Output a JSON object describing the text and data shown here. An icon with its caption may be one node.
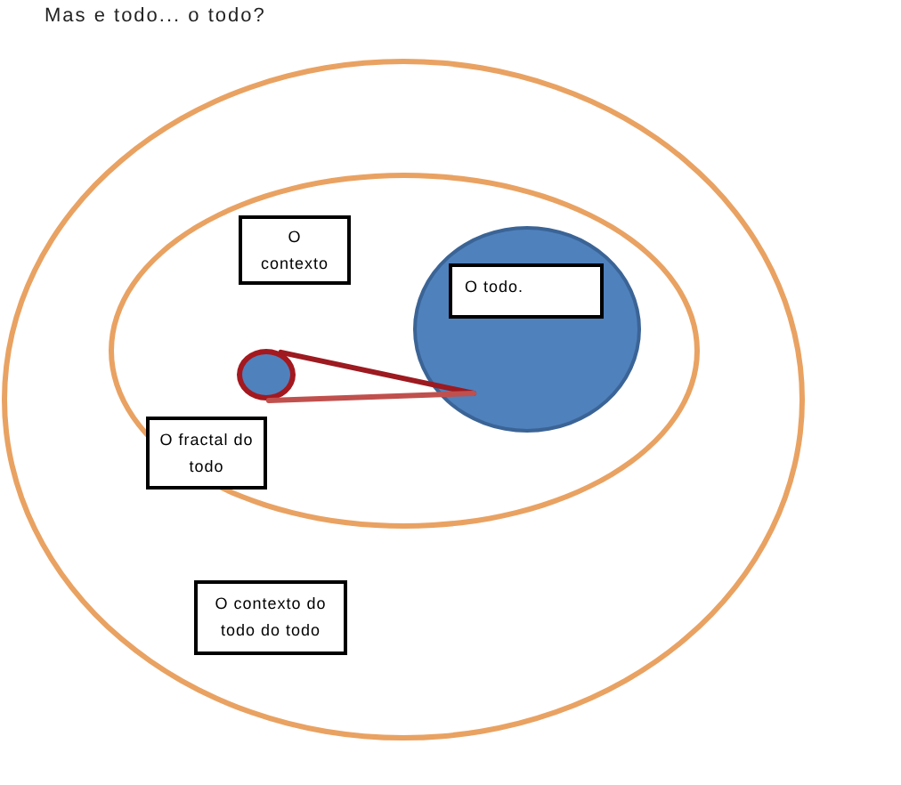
{
  "diagram": {
    "title": "Mas e todo... o todo?",
    "nodes": [
      {
        "text": [],
        "shape": "ellipse"
      },
      {
        "text": [],
        "shape": "ellipse",
        "in": 0
      },
      {
        "text": [
          "O contexto"
        ],
        "in": 1
      },
      {
        "text": [],
        "shape": "ellipse",
        "in": 1
      },
      {
        "text": [
          "O todo."
        ],
        "in": 3
      },
      {
        "text": [],
        "shape": "ellipse",
        "in": 1
      },
      {
        "text": [
          "O fractal do todo"
        ],
        "in": 1
      },
      {
        "text": [
          "O contexto do todo do todo"
        ],
        "in": 0
      }
    ],
    "edges": [
      {
        "from": 5,
        "to": 3,
        "arrow": "none",
        "color": "#9c1a20"
      },
      {
        "from": 5,
        "to": 3,
        "arrow": "none",
        "color": "#c0504d"
      }
    ]
  }
}
